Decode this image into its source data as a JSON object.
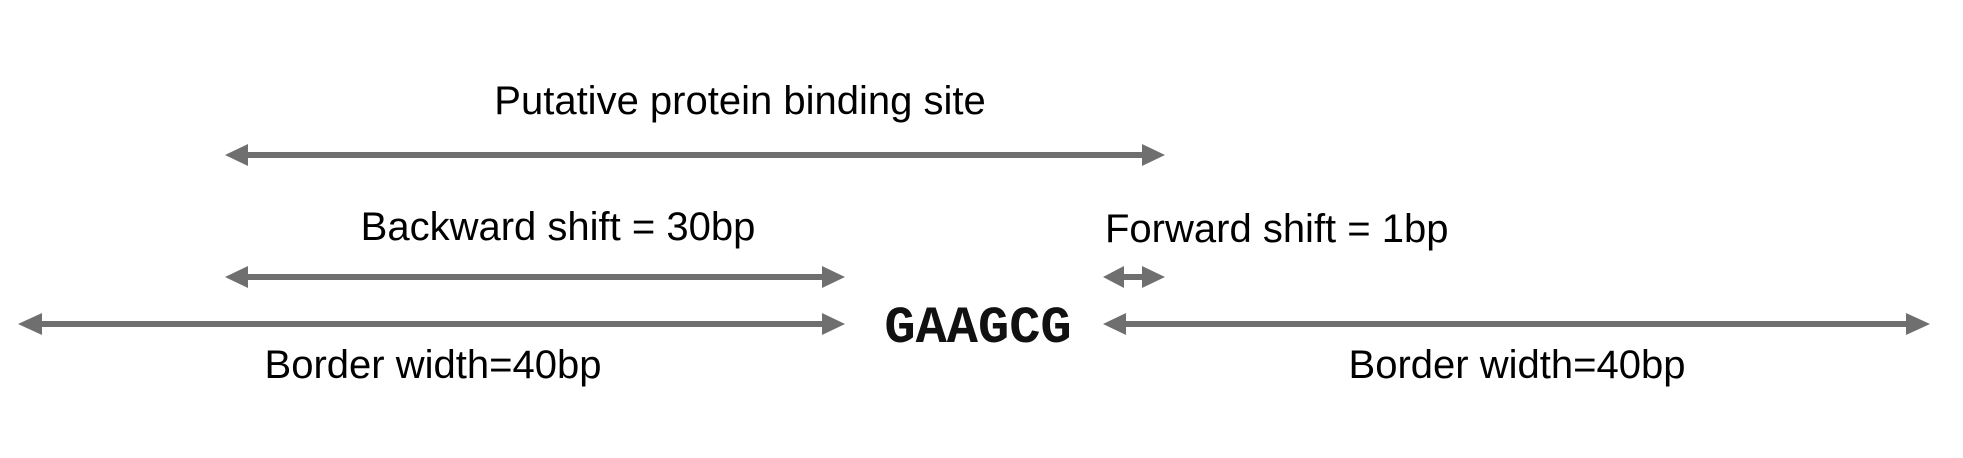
{
  "colors": {
    "arrow": "#6f6f6f",
    "text": "#000000",
    "background": "#ffffff"
  },
  "labels": {
    "binding_site": "Putative protein binding site",
    "backward_shift": "Backward shift = 30bp",
    "forward_shift": "Forward shift = 1bp",
    "border_left": "Border width=40bp",
    "border_right": "Border width=40bp"
  },
  "motif": {
    "sequence": "GAAGCG"
  }
}
